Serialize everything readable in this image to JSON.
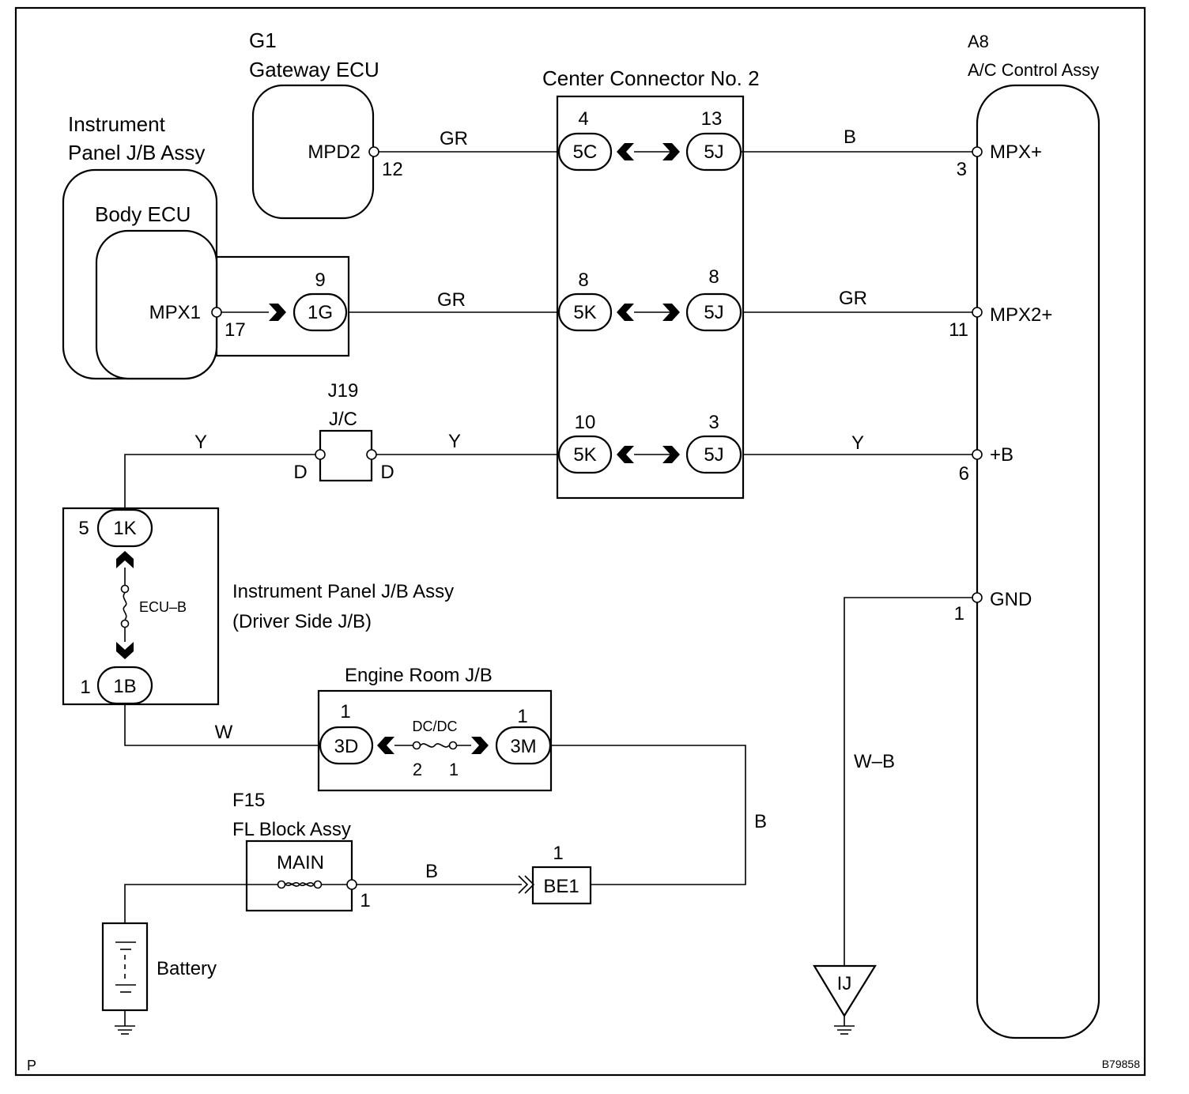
{
  "components": {
    "gateway": {
      "id": "G1",
      "name": "Gateway ECU",
      "pin_name": "MPD2",
      "pin_no": "12"
    },
    "ipjb": {
      "title_line1": "Instrument",
      "title_line2": "Panel J/B Assy"
    },
    "body_ecu": {
      "name": "Body ECU",
      "pin_name": "MPX1",
      "pin_no": "17"
    },
    "conn_1g": {
      "label": "1G",
      "pin": "9"
    },
    "center_connector": {
      "name": "Center Connector No. 2",
      "rows": [
        {
          "left_label": "5C",
          "left_pin": "4",
          "right_label": "5J",
          "right_pin": "13"
        },
        {
          "left_label": "5K",
          "left_pin": "8",
          "right_label": "5J",
          "right_pin": "8"
        },
        {
          "left_label": "5K",
          "left_pin": "10",
          "right_label": "5J",
          "right_pin": "3"
        }
      ]
    },
    "ac_control": {
      "id": "A8",
      "name": "A/C Control Assy",
      "pins": [
        {
          "name": "MPX+",
          "no": "3"
        },
        {
          "name": "MPX2+",
          "no": "11"
        },
        {
          "name": "+B",
          "no": "6"
        },
        {
          "name": "GND",
          "no": "1"
        }
      ]
    },
    "jc": {
      "id": "J19",
      "name": "J/C",
      "left_pin": "D",
      "right_pin": "D"
    },
    "driver_jb": {
      "title_line1": "Instrument Panel J/B Assy",
      "title_line2": "(Driver Side J/B)",
      "top_label": "1K",
      "top_pin": "5",
      "bottom_label": "1B",
      "bottom_pin": "1",
      "fuse": "ECU–B"
    },
    "engine_jb": {
      "name": "Engine Room J/B",
      "left_label": "3D",
      "left_pin": "1",
      "right_label": "3M",
      "right_pin": "1",
      "fuse": "DC/DC",
      "fuse_pin_left": "2",
      "fuse_pin_right": "1"
    },
    "fl_block": {
      "id": "F15",
      "name": "FL Block Assy",
      "fuse": "MAIN",
      "pin": "1"
    },
    "be1": {
      "label": "BE1",
      "pin": "1"
    },
    "battery": {
      "label": "Battery"
    },
    "ground_ij": {
      "label": "IJ"
    }
  },
  "wires": {
    "w_gateway": "GR",
    "w_mpx_plus": "B",
    "w_body_gr": "GR",
    "w_mpx2_gr": "GR",
    "w_y_left": "Y",
    "w_y_mid": "Y",
    "w_y_right": "Y",
    "w_w": "W",
    "w_b_vert": "B",
    "w_b_main": "B",
    "w_wb": "W–B"
  },
  "footer": {
    "left": "P",
    "right": "B79858"
  }
}
